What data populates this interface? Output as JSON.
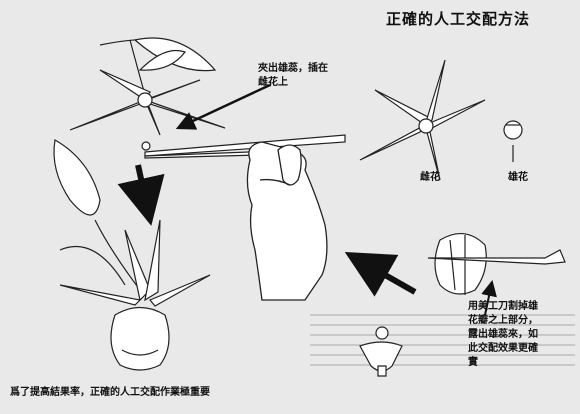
{
  "title": "正確的人工交配方法",
  "annotation_pick": "夾出雄蕊，插在\n雌花上",
  "label_female": "雌花",
  "label_male": "雄花",
  "annotation_cut": "用美工刀割掉雄\n花瓣之上部分，\n露出雄蕊來，如\n此交配效果更確\n實",
  "caption": "爲了提高結果率，正確的人工交配作業極重要"
}
